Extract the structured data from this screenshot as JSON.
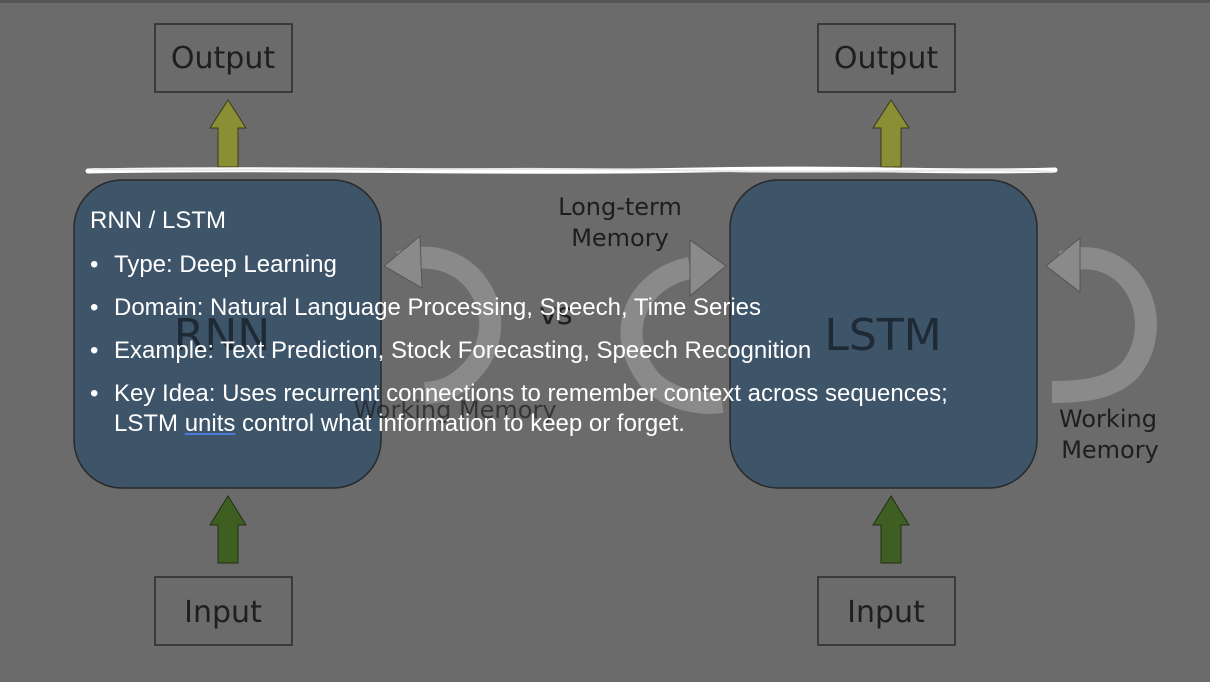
{
  "diagram": {
    "left_output": "Output",
    "left_input": "Input",
    "left_box": "RNN",
    "left_loop": "Working Memory",
    "vs": "vs",
    "right_output": "Output",
    "right_input": "Input",
    "right_box": "LSTM",
    "long_term_line1": "Long-term",
    "long_term_line2": "Memory",
    "right_loop_line1": "Working",
    "right_loop_line2": "Memory"
  },
  "colors": {
    "background": "#6b6b6b",
    "box_fill": "#3e5469",
    "arrow_up": "#8a8f35",
    "arrow_in": "#3f5f22"
  },
  "overlay": {
    "title": "RNN / LSTM",
    "bullets": [
      "Type: Deep Learning",
      "Domain: Natural Language Processing, Speech, Time Series",
      "Example: Text Prediction, Stock Forecasting, Speech Recognition"
    ],
    "key_idea_line1": "Key Idea: Uses recurrent connections to remember context across sequences;",
    "key_idea_pre": "LSTM ",
    "key_idea_link": "units",
    "key_idea_post": " control what information to keep or forget."
  }
}
